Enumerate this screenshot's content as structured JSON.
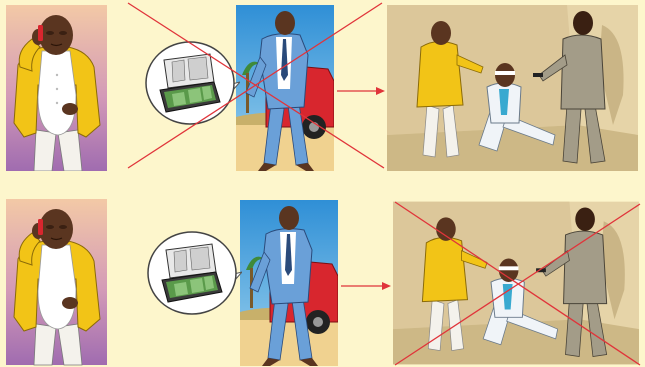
{
  "colors": {
    "page_background": "#fdf6cc",
    "cross_mark": "#e0343a",
    "arrow": "#e0343a",
    "jacket_yellow": "#f2c417",
    "suit_blue": "#6aa0d8",
    "car_red": "#d8262e",
    "cash_green": "#5a9a4a"
  },
  "scenes": [
    {
      "row": "top",
      "panels": [
        {
          "id": "phone-call",
          "icons": [
            "man-on-phone-icon"
          ]
        },
        {
          "id": "cash-deal",
          "icons": [
            "briefcase-cash-icon",
            "man-walking-from-car-icon"
          ],
          "crossed_out": true
        },
        {
          "id": "hostage",
          "icons": [
            "armed-men-with-captive-icon"
          ],
          "crossed_out": false
        }
      ]
    },
    {
      "row": "bottom",
      "panels": [
        {
          "id": "phone-call",
          "icons": [
            "man-on-phone-icon"
          ]
        },
        {
          "id": "cash-deal",
          "icons": [
            "briefcase-cash-icon",
            "man-walking-from-car-icon"
          ],
          "crossed_out": false
        },
        {
          "id": "hostage",
          "icons": [
            "armed-men-with-captive-icon"
          ],
          "crossed_out": true
        }
      ]
    }
  ]
}
